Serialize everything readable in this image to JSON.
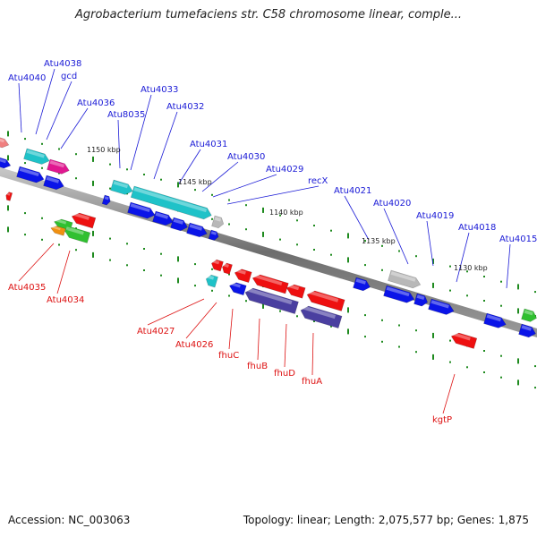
{
  "title": "Agrobacterium tumefaciens str. C58 chromosome linear, comple...",
  "footer": {
    "accession": "Accession: NC_003063",
    "topology": "Topology: linear; Length: 2,075,577 bp; Genes: 1,875"
  },
  "colors": {
    "backbone": "#808080",
    "forward_label": "#1a1ad6",
    "reverse_label": "#dd1111",
    "tick": "#1e8a1e",
    "blue": "#0a14e8",
    "cyan": "#1fc2c8",
    "magenta": "#e01890",
    "salmon": "#f08080",
    "grey": "#b8b8b8",
    "red": "#ee1010",
    "purple": "#4a3fa0",
    "green": "#30c030",
    "orange": "#f09010"
  },
  "kbp_labels": [
    "1150 kbp",
    "1145 kbp",
    "1140 kbp",
    "1135 kbp",
    "1130 kbp"
  ],
  "forward_gene_labels": [
    "Atu4040",
    "Atu4038",
    "gcd",
    "Atu4036",
    "Atu8035",
    "Atu4033",
    "Atu4032",
    "Atu4031",
    "Atu4030",
    "Atu4029",
    "recX",
    "Atu4021",
    "Atu4020",
    "Atu4019",
    "Atu4018",
    "Atu4015"
  ],
  "reverse_gene_labels": [
    "Atu4035",
    "Atu4034",
    "Atu4027",
    "Atu4026",
    "fhuC",
    "fhuB",
    "fhuD",
    "fhuA",
    "kgtP"
  ]
}
